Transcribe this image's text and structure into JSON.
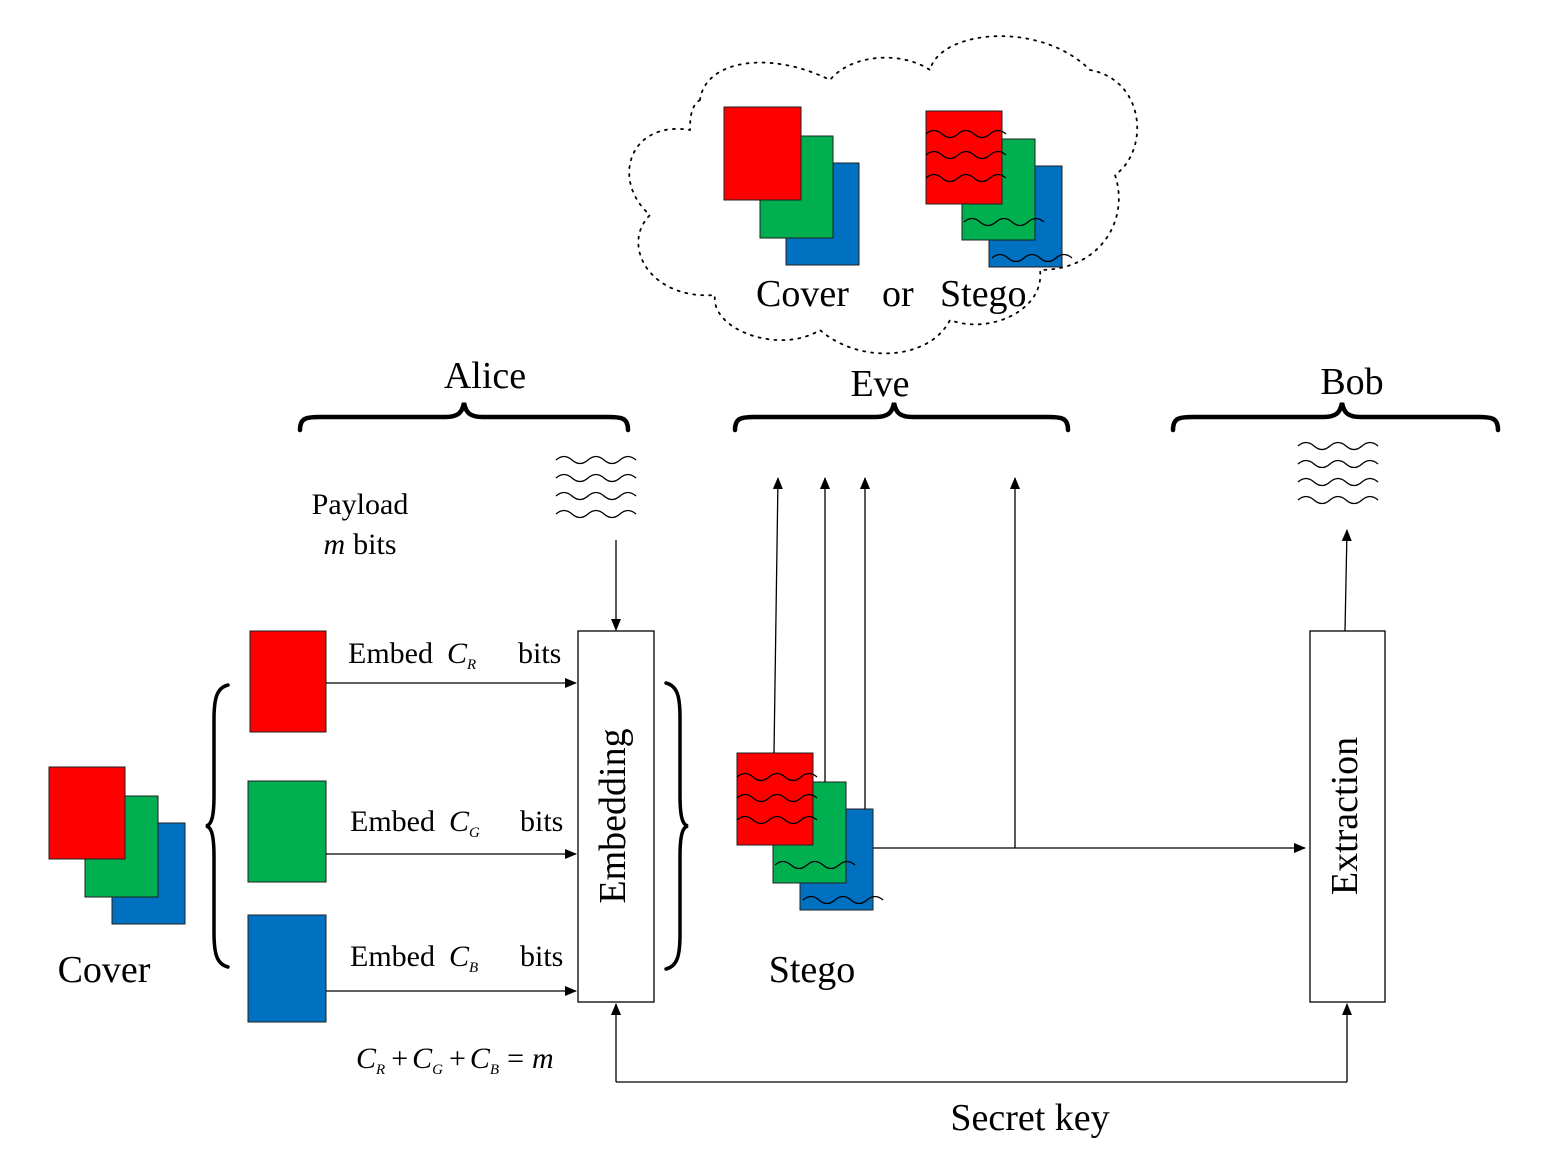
{
  "cloud": {
    "cover_label": "Cover",
    "or_label": "or",
    "stego_label": "Stego"
  },
  "actors": {
    "alice": "Alice",
    "eve": "Eve",
    "bob": "Bob"
  },
  "payload": {
    "line1": "Payload",
    "line2_var": "m",
    "line2_rest": "bits"
  },
  "channels": [
    {
      "embed": "Embed",
      "sym": "C",
      "sub": "R",
      "bits": "bits",
      "color": "#ff0000"
    },
    {
      "embed": "Embed",
      "sym": "C",
      "sub": "G",
      "bits": "bits",
      "color": "#00b050"
    },
    {
      "embed": "Embed",
      "sym": "C",
      "sub": "B",
      "bits": "bits",
      "color": "#0070c0"
    }
  ],
  "equation": {
    "c": "C",
    "r": "R",
    "g": "G",
    "b": "B",
    "plus": "+",
    "equals": "=",
    "m": "m"
  },
  "boxes": {
    "embedding": "Embedding",
    "extraction": "Extraction"
  },
  "labels": {
    "cover": "Cover",
    "stego": "Stego",
    "secret_key": "Secret key"
  },
  "colors": {
    "red": "#ff0000",
    "green": "#00b050",
    "blue": "#0070c0"
  }
}
